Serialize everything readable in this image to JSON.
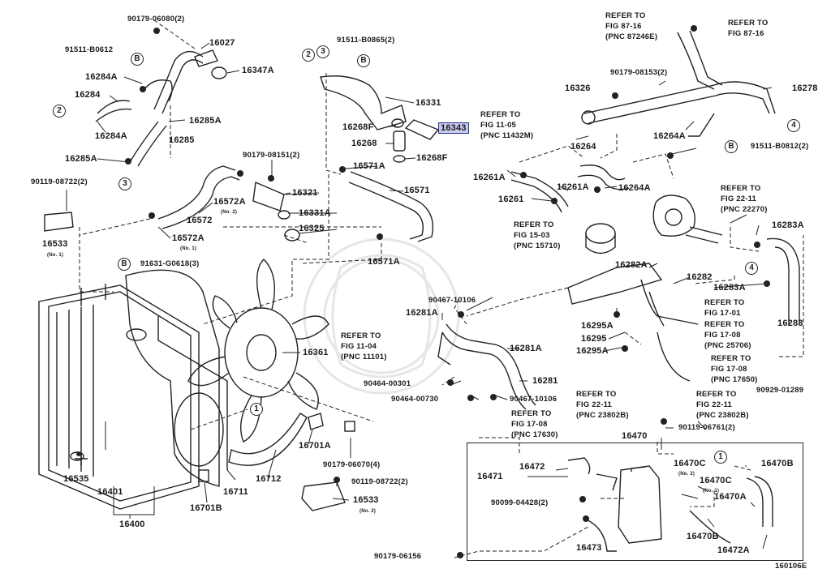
{
  "colors": {
    "line": "#222222",
    "highlight": "#c6cbef",
    "watermark": "#e6e6e6"
  },
  "watermark_icon": "logo-emblem-icon",
  "figure_id": "160106E",
  "highlighted_part": "16343",
  "callouts": {
    "B": "B",
    "one": "1",
    "two": "2",
    "three": "3",
    "four": "4"
  },
  "parts": {
    "p90179_06080": "90179-06080(2)",
    "p16027": "16027",
    "p91511_B0612": "91511-B0612",
    "p16347A": "16347A",
    "p16284A_a": "16284A",
    "p16284": "16284",
    "p16284A_b": "16284A",
    "p16285A_a": "16285A",
    "p16285": "16285",
    "p16285A_b": "16285A",
    "p90119_08722_a": "90119-08722(2)",
    "p16533_a": "16533",
    "p91511_B0865": "91511-B0865(2)",
    "p16331": "16331",
    "p16268F_a": "16268F",
    "p16343": "16343",
    "p16268": "16268",
    "p16268F_b": "16268F",
    "p16571A_a": "16571A",
    "p16571": "16571",
    "p16571A_b": "16571A",
    "p90179_08151": "90179-08151(2)",
    "p16572A_a": "16572A",
    "p16321": "16321",
    "p16331A": "16331A",
    "p16325": "16325",
    "p16572": "16572",
    "p16572A_b": "16572A",
    "p91631_G0618": "91631-G0618(3)",
    "p16361": "16361",
    "p16535": "16535",
    "p16401": "16401",
    "p16400": "16400",
    "p16711": "16711",
    "p16712": "16712",
    "p16701A": "16701A",
    "p16701B": "16701B",
    "p90179_06070": "90179-06070(4)",
    "p90119_08722_b": "90119-08722(2)",
    "p16533_b": "16533",
    "p90179_08153": "90179-08153(2)",
    "p16326": "16326",
    "p16278": "16278",
    "p16264A_a": "16264A",
    "p91511_B0812": "91511-B0812(2)",
    "p16264": "16264",
    "p16261A_a": "16261A",
    "p16261A_b": "16261A",
    "p16264A_b": "16264A",
    "p16261": "16261",
    "p16283A_a": "16283A",
    "p16282A": "16282A",
    "p16282": "16282",
    "p16283A_b": "16283A",
    "p16283": "16283",
    "p90467_10106_a": "90467-10106",
    "p16281A_a": "16281A",
    "p16295A_a": "16295A",
    "p16295": "16295",
    "p16295A_b": "16295A",
    "p16281A_b": "16281A",
    "p90464_00301": "90464-00301",
    "p16281": "16281",
    "p90464_00730": "90464-00730",
    "p90467_10106_b": "90467-10106",
    "p90929_01289": "90929-01289",
    "p90119_06761": "90119-06761(2)",
    "p16470": "16470",
    "p16470C_a": "16470C",
    "p16470B_a": "16470B",
    "p16471": "16471",
    "p16472": "16472",
    "p16470C_b": "16470C",
    "p90099_04428": "90099-04428(2)",
    "p16470A": "16470A",
    "p16473": "16473",
    "p16470B_b": "16470B",
    "p90179_06156": "90179-06156",
    "p16472A": "16472A"
  },
  "notes": {
    "no1": "(No. 1)",
    "no2": "(No. 2)"
  },
  "refs": {
    "r87_16_a": [
      "REFER TO",
      "FIG 87-16",
      "(PNC 87246E)"
    ],
    "r87_16_b": [
      "REFER TO",
      "FIG 87-16"
    ],
    "r11_05": [
      "REFER TO",
      "FIG 11-05",
      "(PNC 11432M)"
    ],
    "r22_11_a": [
      "REFER TO",
      "FIG 22-11",
      "(PNC 22270)"
    ],
    "r15_03": [
      "REFER TO",
      "FIG 15-03",
      "(PNC 15710)"
    ],
    "r11_04": [
      "REFER TO",
      "FIG 11-04",
      "(PNC 11101)"
    ],
    "r17_01": [
      "REFER TO",
      "FIG 17-01"
    ],
    "r17_08_a": [
      "REFER TO",
      "FIG 17-08",
      "(PNC 25706)"
    ],
    "r17_08_b": [
      "REFER TO",
      "FIG 17-08",
      "(PNC 17650)"
    ],
    "r22_11_b": [
      "REFER TO",
      "FIG 22-11",
      "(PNC 23802B)"
    ],
    "r22_11_c": [
      "REFER TO",
      "FIG 22-11",
      "(PNC 23802B)"
    ],
    "r17_08_c": [
      "REFER TO",
      "FIG 17-08",
      "(PNC 17630)"
    ]
  }
}
